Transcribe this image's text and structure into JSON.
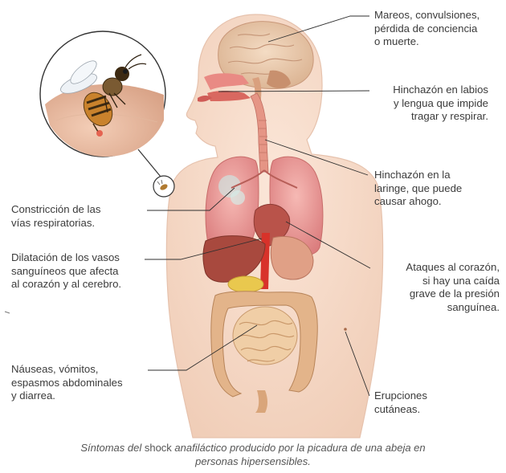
{
  "labels": {
    "brain": "Mareos, convulsiones,\npérdida de conciencia\no muerte.",
    "lips": "Hinchazón en labios\ny lengua que impide\ntragar y respirar.",
    "larynx": "Hinchazón en la\nlaringe, que puede\ncausar ahogo.",
    "airways": "Constricción de las\nvías respiratorias.",
    "vessels": "Dilatación de los vasos\nsanguíneos que afecta\nal corazón y al cerebro.",
    "heart": "Ataques al corazón,\nsi hay una caída\ngrave de la presión\nsanguínea.",
    "gut": "Náuseas, vómitos,\nespasmos abdominales\ny diarrea.",
    "skin": "Erupciones\ncutáneas."
  },
  "caption": {
    "part1": "Síntomas del ",
    "part2": "shock",
    "part3": " anafiláctico producido por la picadura de una abeja en personas hipersensibles."
  }
}
